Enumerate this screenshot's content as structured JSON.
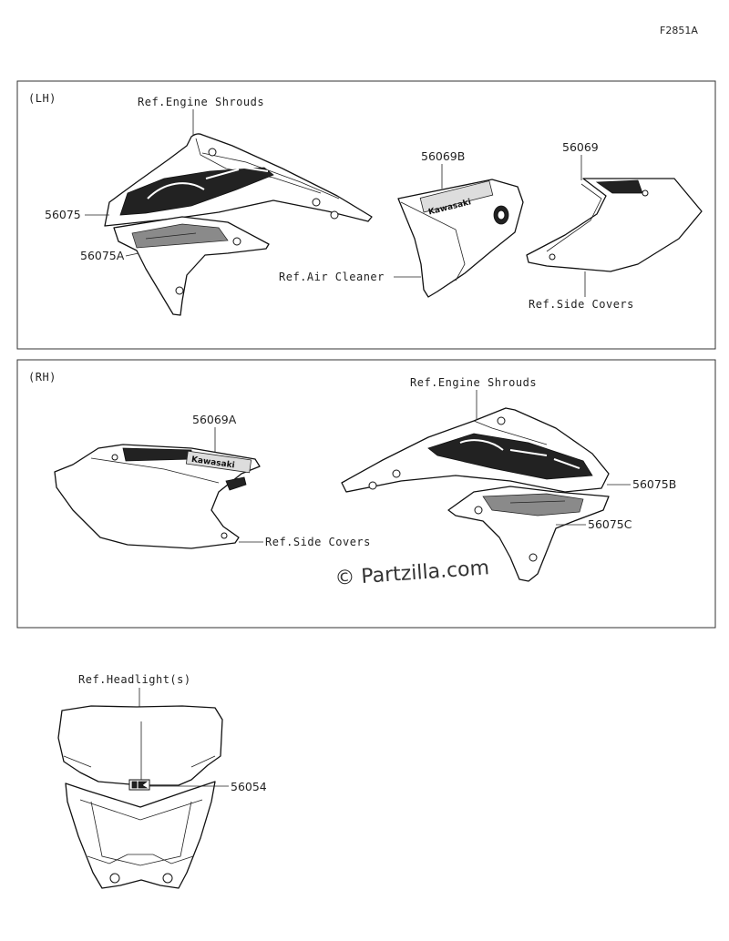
{
  "figure_id": "F2851A",
  "watermark": "© Partzilla.com",
  "panels": {
    "lh": {
      "title": "(LH)",
      "refs": {
        "engine_shrouds": "Ref.Engine Shrouds",
        "air_cleaner": "Ref.Air Cleaner",
        "side_covers": "Ref.Side Covers"
      },
      "parts": [
        "56075",
        "56075A",
        "56069B",
        "56069"
      ]
    },
    "rh": {
      "title": "(RH)",
      "refs": {
        "engine_shrouds": "Ref.Engine Shrouds",
        "side_covers": "Ref.Side Covers"
      },
      "parts": [
        "56069A",
        "56075B",
        "56075C"
      ]
    },
    "headlight": {
      "refs": {
        "headlight": "Ref.Headlight(s)"
      },
      "parts": [
        "56054"
      ]
    }
  },
  "decals": {
    "kawasaki": "Kawasaki"
  }
}
